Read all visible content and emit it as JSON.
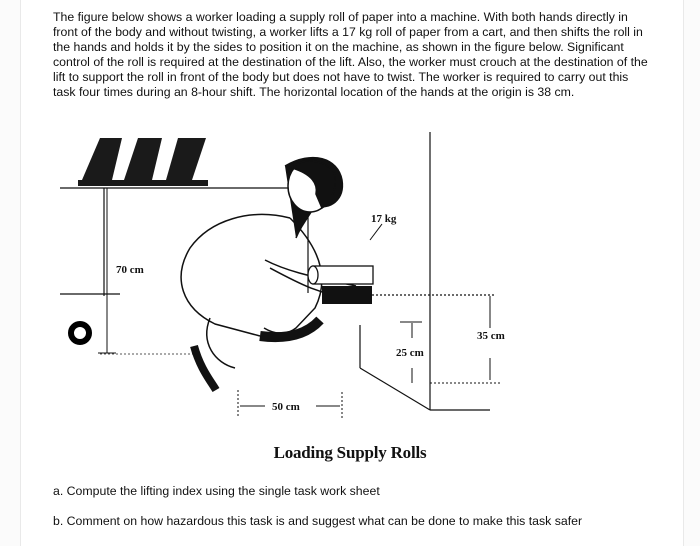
{
  "intro_text": "The figure below shows a worker loading a supply roll of paper into a machine. With both hands directly in front of the body and without twisting, a worker lifts a 17 kg roll of paper from a cart, and then shifts the roll in the hands and holds it by the sides to position it on the machine, as shown in the figure below. Significant control of the roll is required at the destination of the lift. Also, the worker must crouch at the destination of the lift to support the roll in front of the body but does not have to twist. The worker is required to carry out this task four times during an 8-hour shift. The horizontal location of the hands at the origin is 38 cm.",
  "figure": {
    "labels": {
      "weight": "17 kg",
      "cart_height": "70 cm",
      "machine_height": "35 cm",
      "hand_distance": "25 cm",
      "horizontal": "50 cm"
    },
    "caption": "Loading Supply Rolls"
  },
  "questions": {
    "a": "a. Compute the lifting index using the single task work sheet",
    "b": "b. Comment on how hazardous this task is and suggest what can be done to make this task safer"
  }
}
